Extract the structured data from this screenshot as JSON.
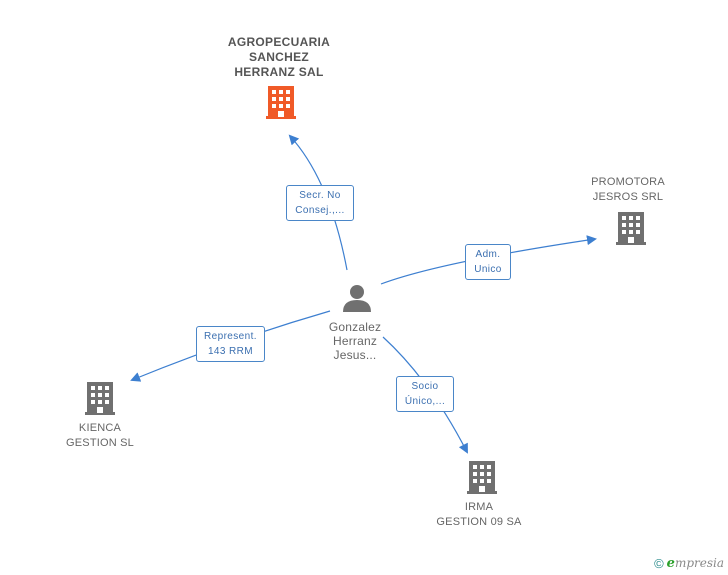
{
  "colors": {
    "edge": "#3d7fd0",
    "main_company_icon": "#f05a28",
    "company_icon": "#707070",
    "person_icon": "#707070"
  },
  "nodes": {
    "agropecuaria": {
      "lines": [
        "AGROPECUARIA",
        "SANCHEZ",
        "HERRANZ SAL"
      ],
      "icon": "building-icon"
    },
    "promotora": {
      "lines": [
        "PROMOTORA",
        "JESROS SRL"
      ],
      "icon": "building-icon"
    },
    "kienca": {
      "lines": [
        "KIENCA",
        "GESTION SL"
      ],
      "icon": "building-icon"
    },
    "irma": {
      "lines": [
        "IRMA",
        "GESTION 09 SA"
      ],
      "icon": "building-icon"
    },
    "person": {
      "lines": [
        "Gonzalez",
        "Herranz",
        "Jesus..."
      ],
      "icon": "person-icon"
    }
  },
  "edges": {
    "agropecuaria": {
      "lines": [
        "Secr.  No",
        "Consej.,..."
      ]
    },
    "promotora": {
      "lines": [
        "Adm.",
        "Unico"
      ]
    },
    "kienca": {
      "lines": [
        "Represent.",
        "143 RRM"
      ]
    },
    "irma": {
      "lines": [
        "Socio",
        "Único,..."
      ]
    }
  },
  "footer": {
    "copyright": "©",
    "brand_initial": "e",
    "brand_rest": "mpresia"
  }
}
